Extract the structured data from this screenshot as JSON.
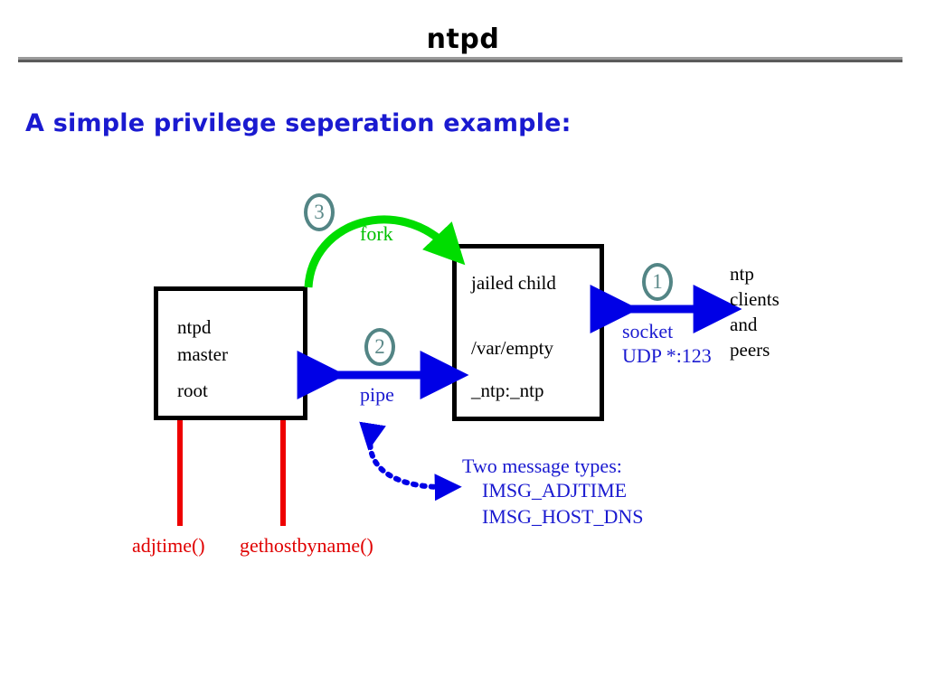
{
  "slide": {
    "title": "ntpd",
    "subtitle": "A simple privilege seperation example:"
  },
  "boxes": {
    "master": {
      "name": "ntpd master process box",
      "line1": "ntpd",
      "line2": "master",
      "line3": "root"
    },
    "child": {
      "name": "jailed child process box",
      "line1": "jailed child",
      "line2": "/var/empty",
      "line3": "_ntp:_ntp"
    }
  },
  "steps": {
    "one": "1",
    "two": "2",
    "three": "3"
  },
  "arrows": {
    "fork_label": "fork",
    "pipe_label": "pipe",
    "socket_label_1": "socket",
    "socket_label_2": "UDP *:123"
  },
  "external": {
    "line1": "ntp",
    "line2": "clients",
    "line3": "and",
    "line4": "peers"
  },
  "messages": {
    "heading": "Two message types:",
    "item1": "IMSG_ADJTIME",
    "item2": "IMSG_HOST_DNS"
  },
  "syscalls": {
    "left": "adjtime()",
    "right": "gethostbyname()"
  },
  "colors": {
    "blue": "#1a1ad0",
    "green": "#00c000",
    "red": "#ee0000",
    "teal": "#538585",
    "black": "#000000",
    "rule_gray": "#9a9a9a"
  }
}
